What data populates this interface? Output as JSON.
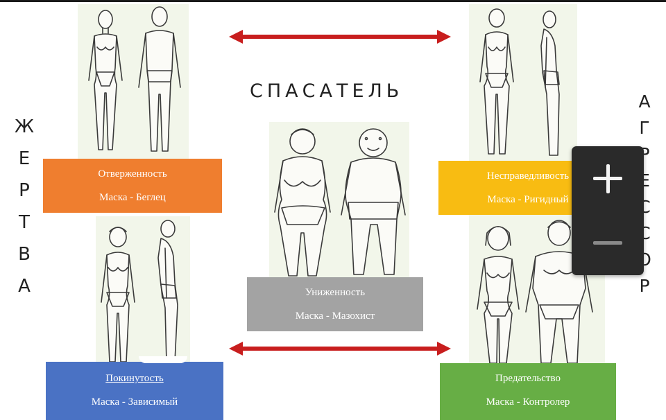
{
  "title": "СПАСАТЕЛЬ",
  "left_label": [
    "Ж",
    "Е",
    "Р",
    "Т",
    "В",
    "А"
  ],
  "right_label": [
    "А",
    "Г",
    "Р",
    "Е",
    "С",
    "С",
    "О",
    "Р"
  ],
  "cards": {
    "rejection": {
      "line1": "Отверженность",
      "line2": "Маска - Беглец"
    },
    "injustice": {
      "line1": "Несправедливость",
      "line2": "Маска - Ригидный"
    },
    "humiliation": {
      "line1": "Униженность",
      "line2": "Маска - Мазохист"
    },
    "abandonment": {
      "line1": "Покинутость",
      "line2": "Маска - Зависимый"
    },
    "betrayal": {
      "line1": "Предательство",
      "line2": "Маска - Контролер"
    }
  },
  "colors": {
    "orange": "#ef7e2f",
    "yellow": "#f8bc12",
    "gray": "#a3a3a3",
    "blue": "#4a72c4",
    "green": "#67ae45",
    "arrow_red": "#c81e1e"
  },
  "zoom_controls": {
    "plus_icon": "plus-icon",
    "minus_icon": "minus-icon"
  }
}
